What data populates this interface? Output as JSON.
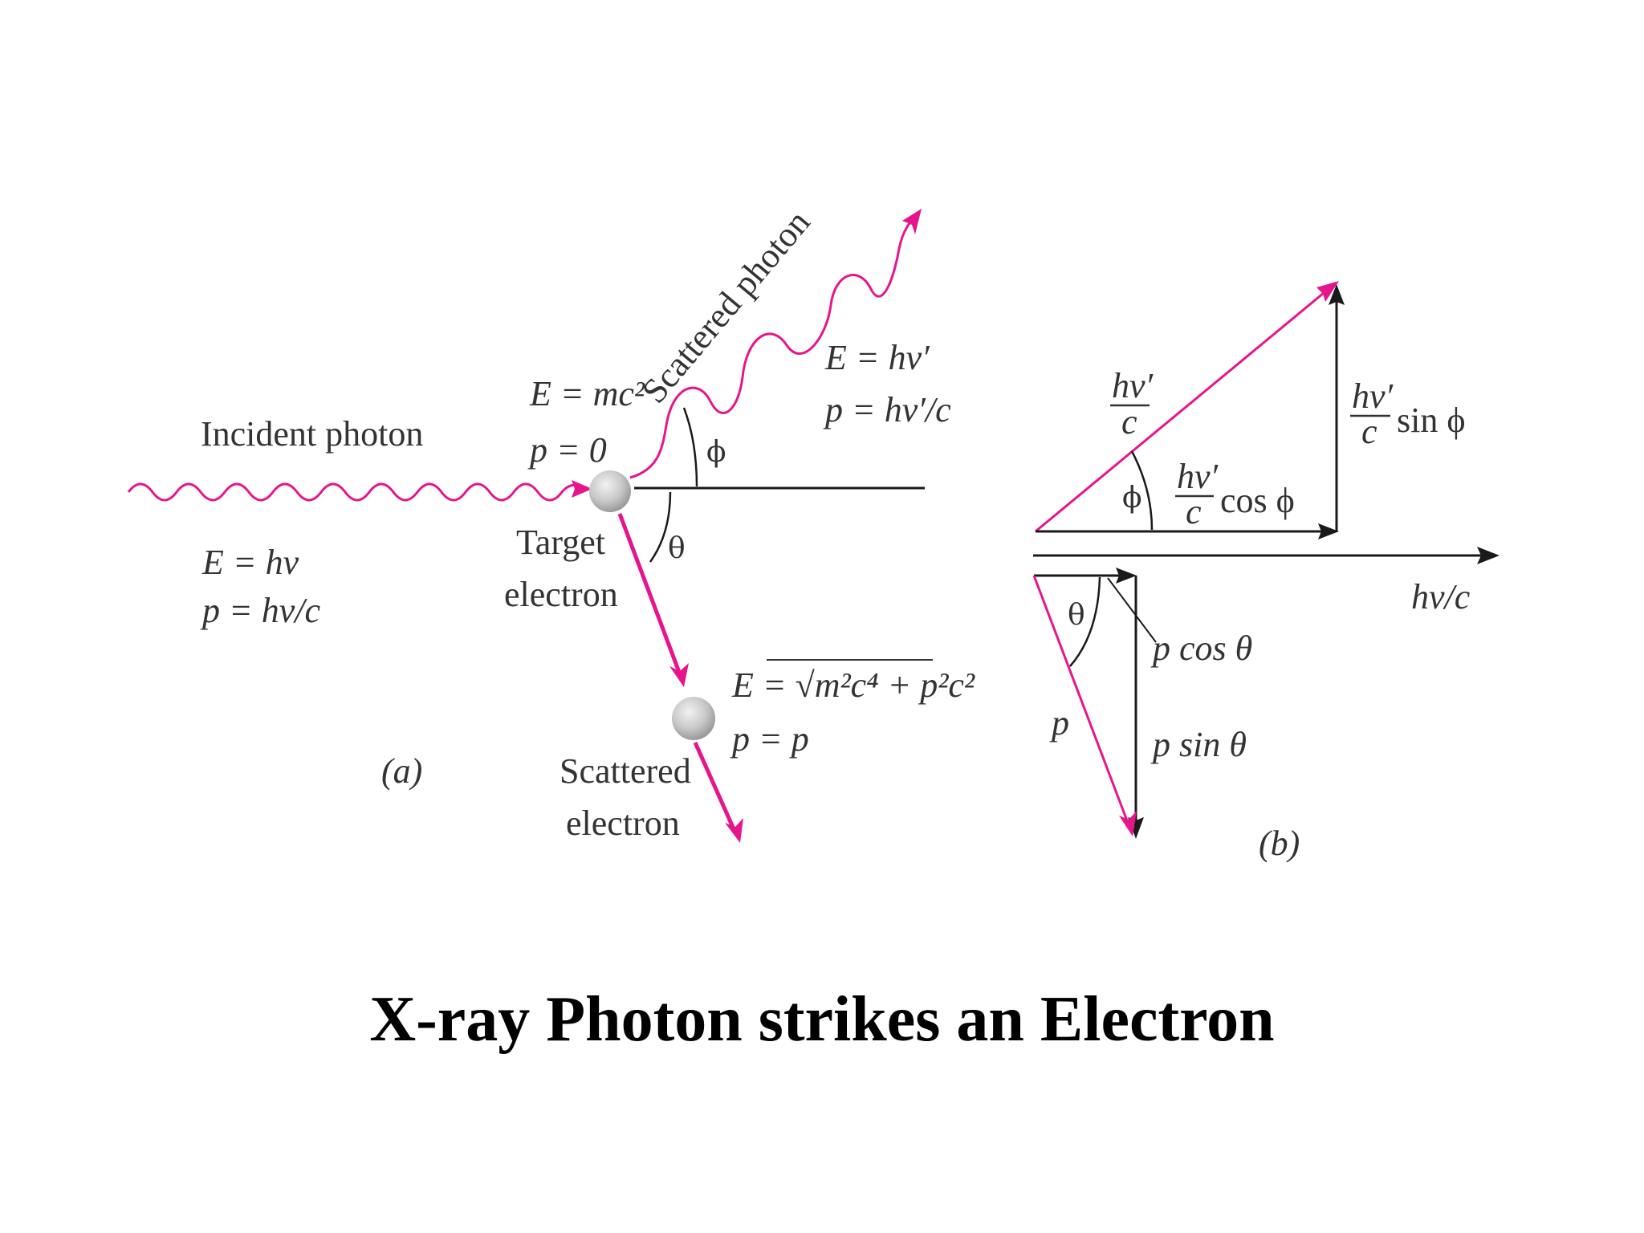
{
  "colors": {
    "photon": "#e6158c",
    "line": "#1a1a1a",
    "text": "#333333",
    "electron": "#c8c8c8"
  },
  "panel_a": {
    "incident_label": "Incident photon",
    "incident_E": "E = hν",
    "incident_p": "p = hν/c",
    "electron_E": "E = mc²",
    "electron_p": "p = 0",
    "scattered_photon_label": "Scattered photon",
    "scattered_photon_E": "E = hν′",
    "scattered_photon_p": "p = hν′/c",
    "angle_phi": "ϕ",
    "angle_theta": "θ",
    "target_line1": "Target",
    "target_line2": "electron",
    "scattered_electron_E": "E = √m²c⁴ + p²c²",
    "scattered_electron_p": "p = p",
    "scattered_electron_line1": "Scattered",
    "scattered_electron_line2": "electron",
    "panel_tag": "(a)"
  },
  "panel_b": {
    "hyp_num": "hν′",
    "hyp_den": "c",
    "phi": "ϕ",
    "cos_num": "hν′",
    "cos_den": "c",
    "cos_suffix": "cos ϕ",
    "sin_num": "hν′",
    "sin_den": "c",
    "sin_suffix": "sin ϕ",
    "axis_label": "hν/c",
    "theta": "θ",
    "p_label": "p",
    "pcos": "p cos θ",
    "psin": "p sin θ",
    "panel_tag": "(b)"
  },
  "caption": "X-ray Photon strikes an Electron"
}
